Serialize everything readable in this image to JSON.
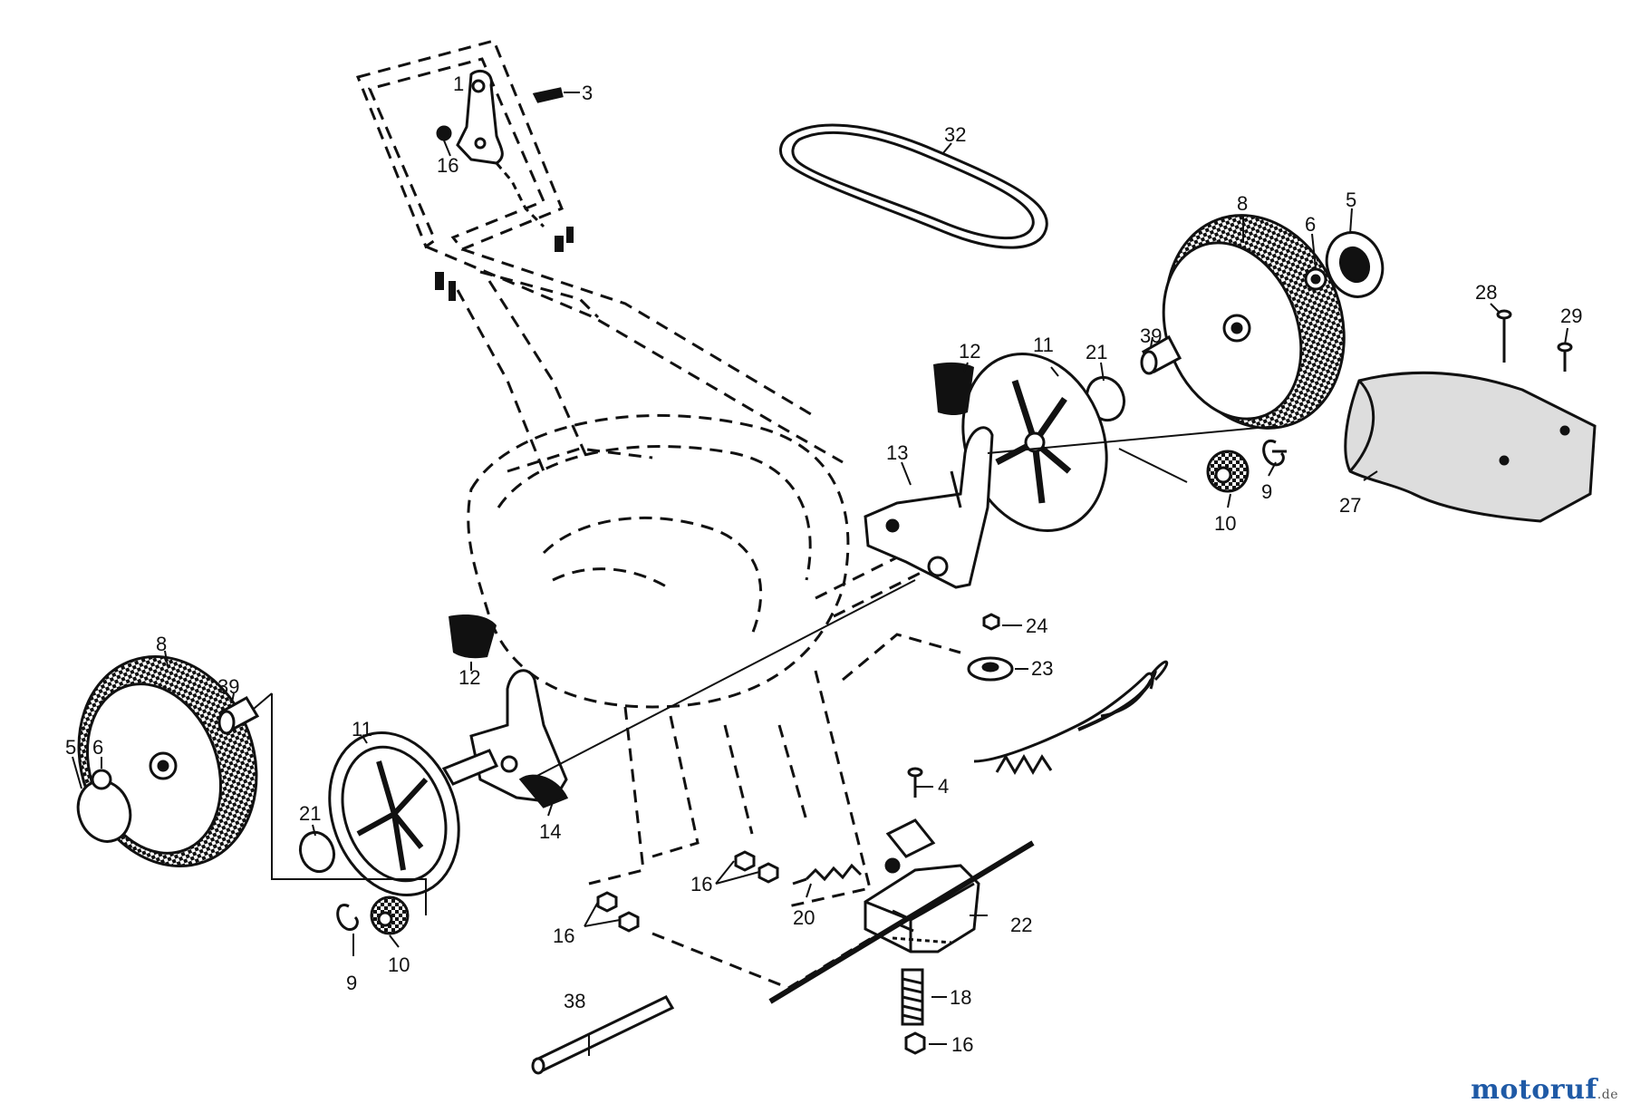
{
  "labels": [
    {
      "id": "p1",
      "text": "1"
    },
    {
      "id": "p3",
      "text": "3"
    },
    {
      "id": "p16a",
      "text": "16"
    },
    {
      "id": "p32",
      "text": "32"
    },
    {
      "id": "p8a",
      "text": "8"
    },
    {
      "id": "p6a",
      "text": "6"
    },
    {
      "id": "p5a",
      "text": "5"
    },
    {
      "id": "p28",
      "text": "28"
    },
    {
      "id": "p29",
      "text": "29"
    },
    {
      "id": "p12a",
      "text": "12"
    },
    {
      "id": "p11a",
      "text": "11"
    },
    {
      "id": "p21a",
      "text": "21"
    },
    {
      "id": "p39a",
      "text": "39"
    },
    {
      "id": "p13",
      "text": "13"
    },
    {
      "id": "p9a",
      "text": "9"
    },
    {
      "id": "p10a",
      "text": "10"
    },
    {
      "id": "p27",
      "text": "27"
    },
    {
      "id": "p24",
      "text": "24"
    },
    {
      "id": "p23",
      "text": "23"
    },
    {
      "id": "p12b",
      "text": "12"
    },
    {
      "id": "p8b",
      "text": "8"
    },
    {
      "id": "p39b",
      "text": "39"
    },
    {
      "id": "p11b",
      "text": "11"
    },
    {
      "id": "p5b",
      "text": "5"
    },
    {
      "id": "p6b",
      "text": "6"
    },
    {
      "id": "p4",
      "text": "4"
    },
    {
      "id": "p21b",
      "text": "21"
    },
    {
      "id": "p14",
      "text": "14"
    },
    {
      "id": "p16b",
      "text": "16"
    },
    {
      "id": "p16c",
      "text": "16"
    },
    {
      "id": "p20",
      "text": "20"
    },
    {
      "id": "p22",
      "text": "22"
    },
    {
      "id": "p9b",
      "text": "9"
    },
    {
      "id": "p10b",
      "text": "10"
    },
    {
      "id": "p18",
      "text": "18"
    },
    {
      "id": "p38",
      "text": "38"
    },
    {
      "id": "p16d",
      "text": "16"
    }
  ],
  "watermark": {
    "brand": "motoruf",
    "domain": ".de"
  }
}
